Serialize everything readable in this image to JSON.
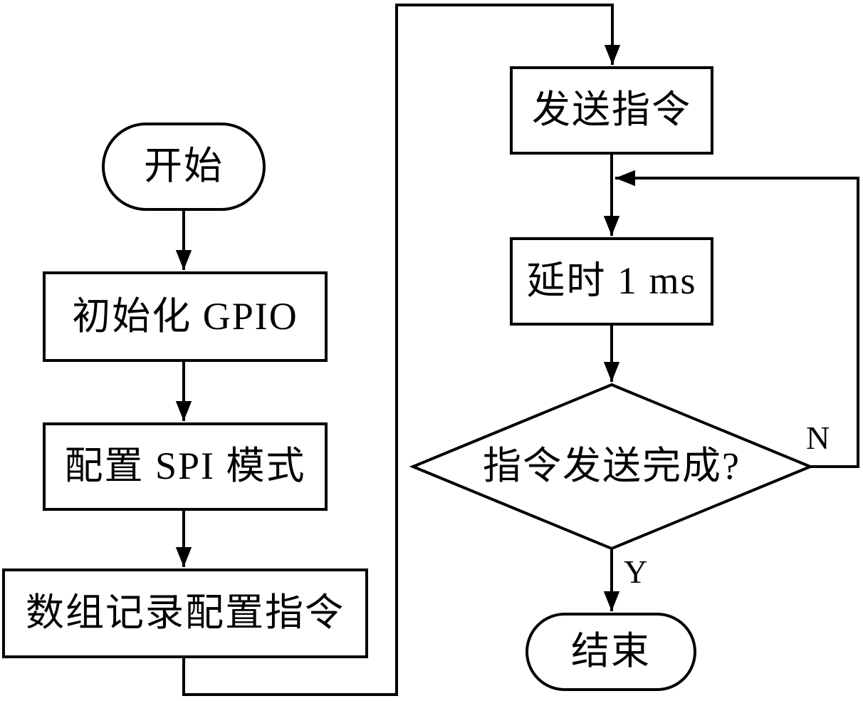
{
  "diagram": {
    "nodes": {
      "start": {
        "label": "开始"
      },
      "init_gpio": {
        "label": "初始化 GPIO"
      },
      "config_spi": {
        "label": "配置 SPI 模式"
      },
      "array_record": {
        "label": "数组记录配置指令"
      },
      "send_cmd": {
        "label": "发送指令"
      },
      "delay_1ms": {
        "label": "延时 1 ms"
      },
      "send_done": {
        "label": "指令发送完成?"
      },
      "end": {
        "label": "结束"
      }
    },
    "edge_labels": {
      "no": "N",
      "yes": "Y"
    },
    "colors": {
      "stroke": "#000000",
      "background": "#ffffff"
    }
  }
}
